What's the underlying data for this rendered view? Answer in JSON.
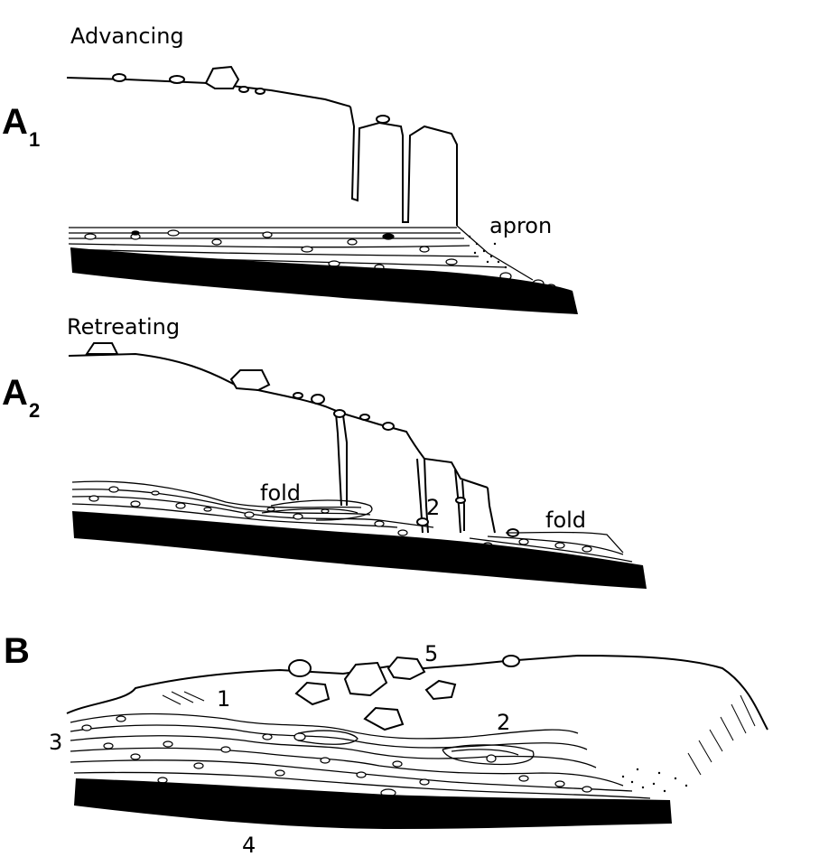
{
  "panels": {
    "a1": {
      "letter": "A",
      "sub": "1",
      "caption": "Advancing"
    },
    "a2": {
      "letter": "A",
      "sub": "2",
      "caption": "Retreating"
    },
    "b": {
      "letter": "B"
    }
  },
  "labels": {
    "apron": "apron",
    "fold_left": "fold",
    "fold_right": "fold",
    "a2_num_2": "2",
    "b_num_1": "1",
    "b_num_2": "2",
    "b_num_3": "3",
    "b_num_4": "4",
    "b_num_5": "5"
  }
}
